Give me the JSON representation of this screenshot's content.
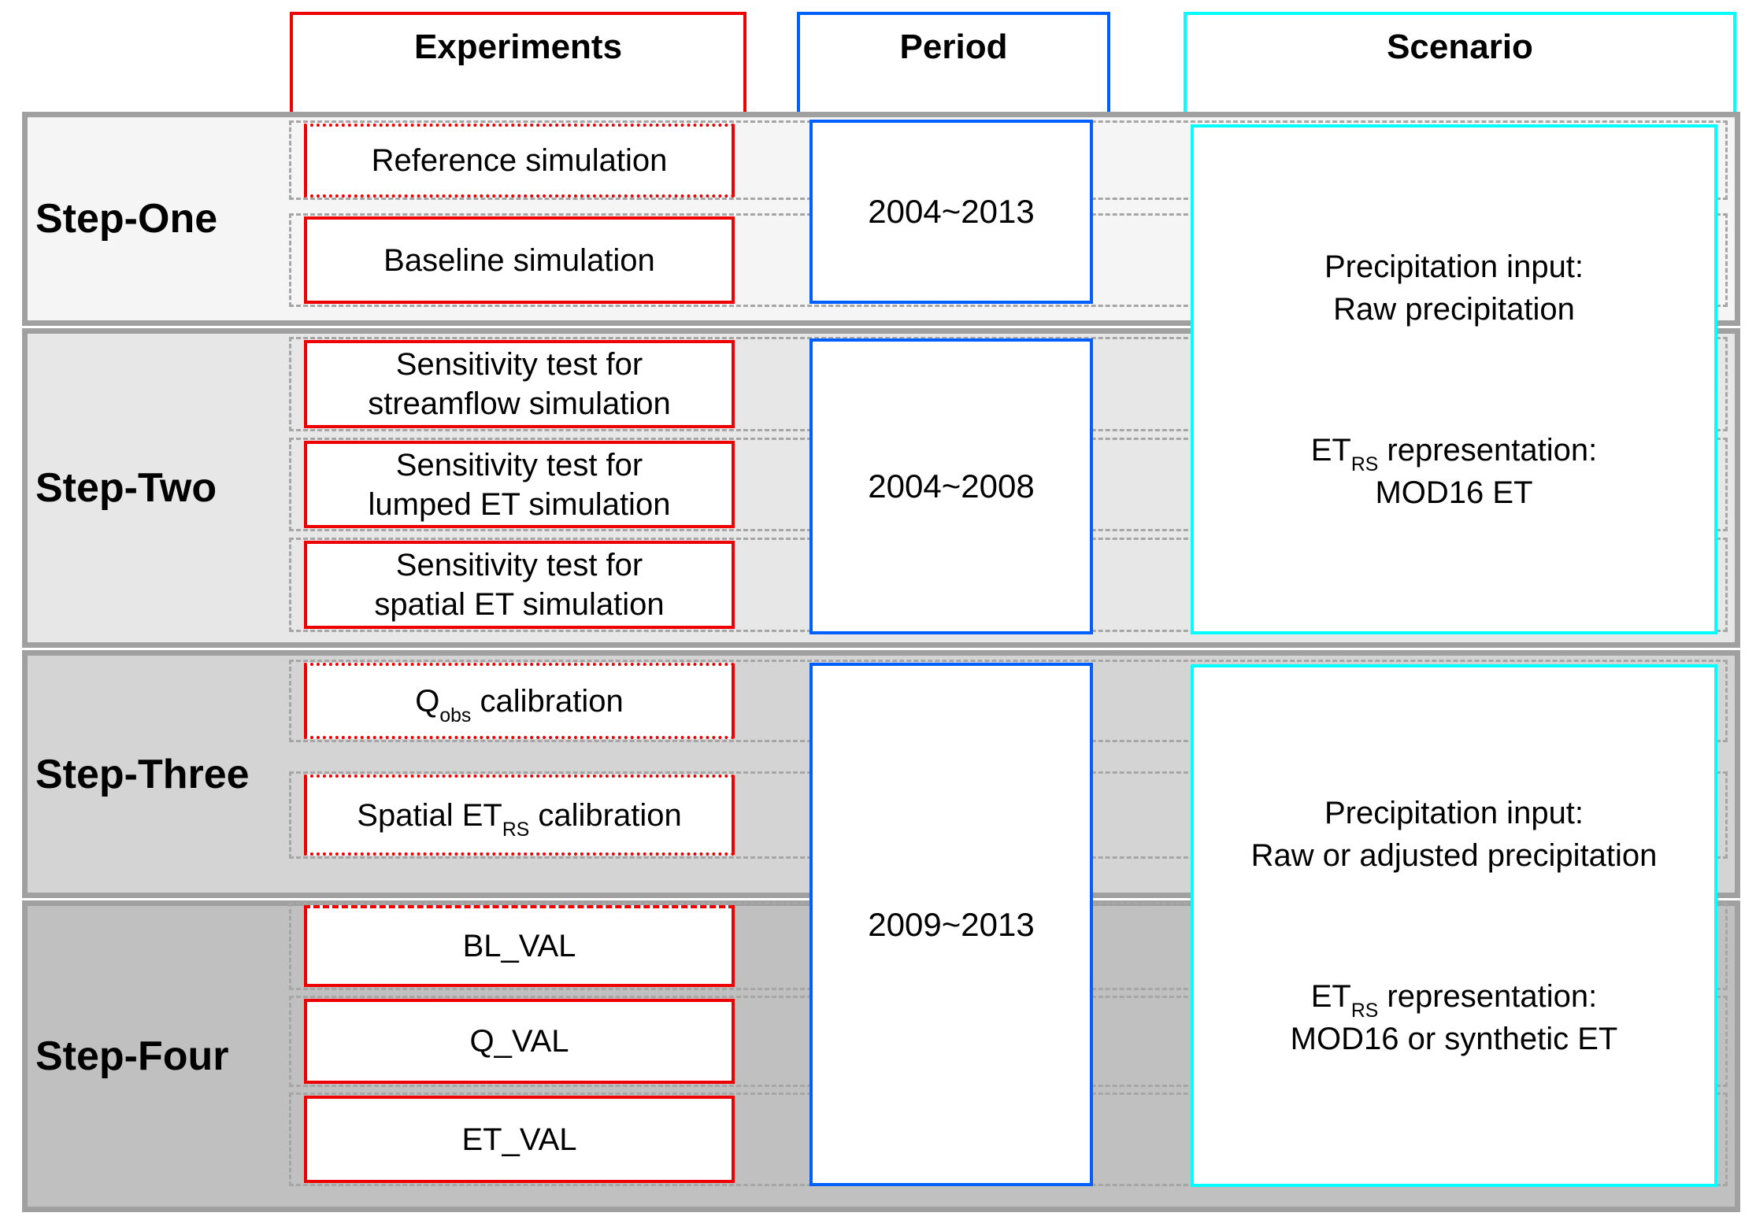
{
  "columns": {
    "experiments": "Experiments",
    "period": "Period",
    "scenario": "Scenario"
  },
  "steps": [
    {
      "label": "Step-One"
    },
    {
      "label": "Step-Two"
    },
    {
      "label": "Step-Three"
    },
    {
      "label": "Step-Four"
    }
  ],
  "experiments": {
    "reference": {
      "text": "Reference simulation"
    },
    "baseline": {
      "text": "Baseline simulation"
    },
    "sens_streamflow": {
      "line1": "Sensitivity test for",
      "line2": "streamflow simulation"
    },
    "sens_lumped": {
      "line1": "Sensitivity test for",
      "line2": "lumped ET simulation"
    },
    "sens_spatial": {
      "line1": "Sensitivity test for",
      "line2": "spatial ET simulation"
    },
    "qobs_cal": {
      "pre": "Q",
      "sub": "obs",
      "post": " calibration"
    },
    "spatial_cal": {
      "pre": "Spatial ET",
      "sub": "RS",
      "post": " calibration"
    },
    "bl_val": {
      "text": "BL_VAL"
    },
    "q_val": {
      "text": "Q_VAL"
    },
    "et_val": {
      "text": "ET_VAL"
    }
  },
  "periods": {
    "step_one": "2004~2013",
    "step_two": "2004~2008",
    "steps_three_four": "2009~2013"
  },
  "scenarios": {
    "steps_one_two": {
      "precip_label": "Precipitation input:",
      "precip_value": "Raw precipitation",
      "et_pre": "ET",
      "et_sub": "RS",
      "et_post": " representation:",
      "et_value": "MOD16 ET"
    },
    "steps_three_four": {
      "precip_label": "Precipitation input:",
      "precip_value": "Raw or adjusted precipitation",
      "et_pre": "ET",
      "et_sub": "RS",
      "et_post": " representation:",
      "et_value": "MOD16 or synthetic ET"
    }
  },
  "colors": {
    "experiment_red": "#ee0000",
    "period_blue": "#0060ff",
    "scenario_cyan": "#00ffff",
    "row_border_gray": "#a0a0a0",
    "lane_dash_gray": "#a6a6a6",
    "row_backgrounds": [
      "#f5f5f5",
      "#e7e7e7",
      "#d4d4d4",
      "#c0c0c0"
    ]
  }
}
